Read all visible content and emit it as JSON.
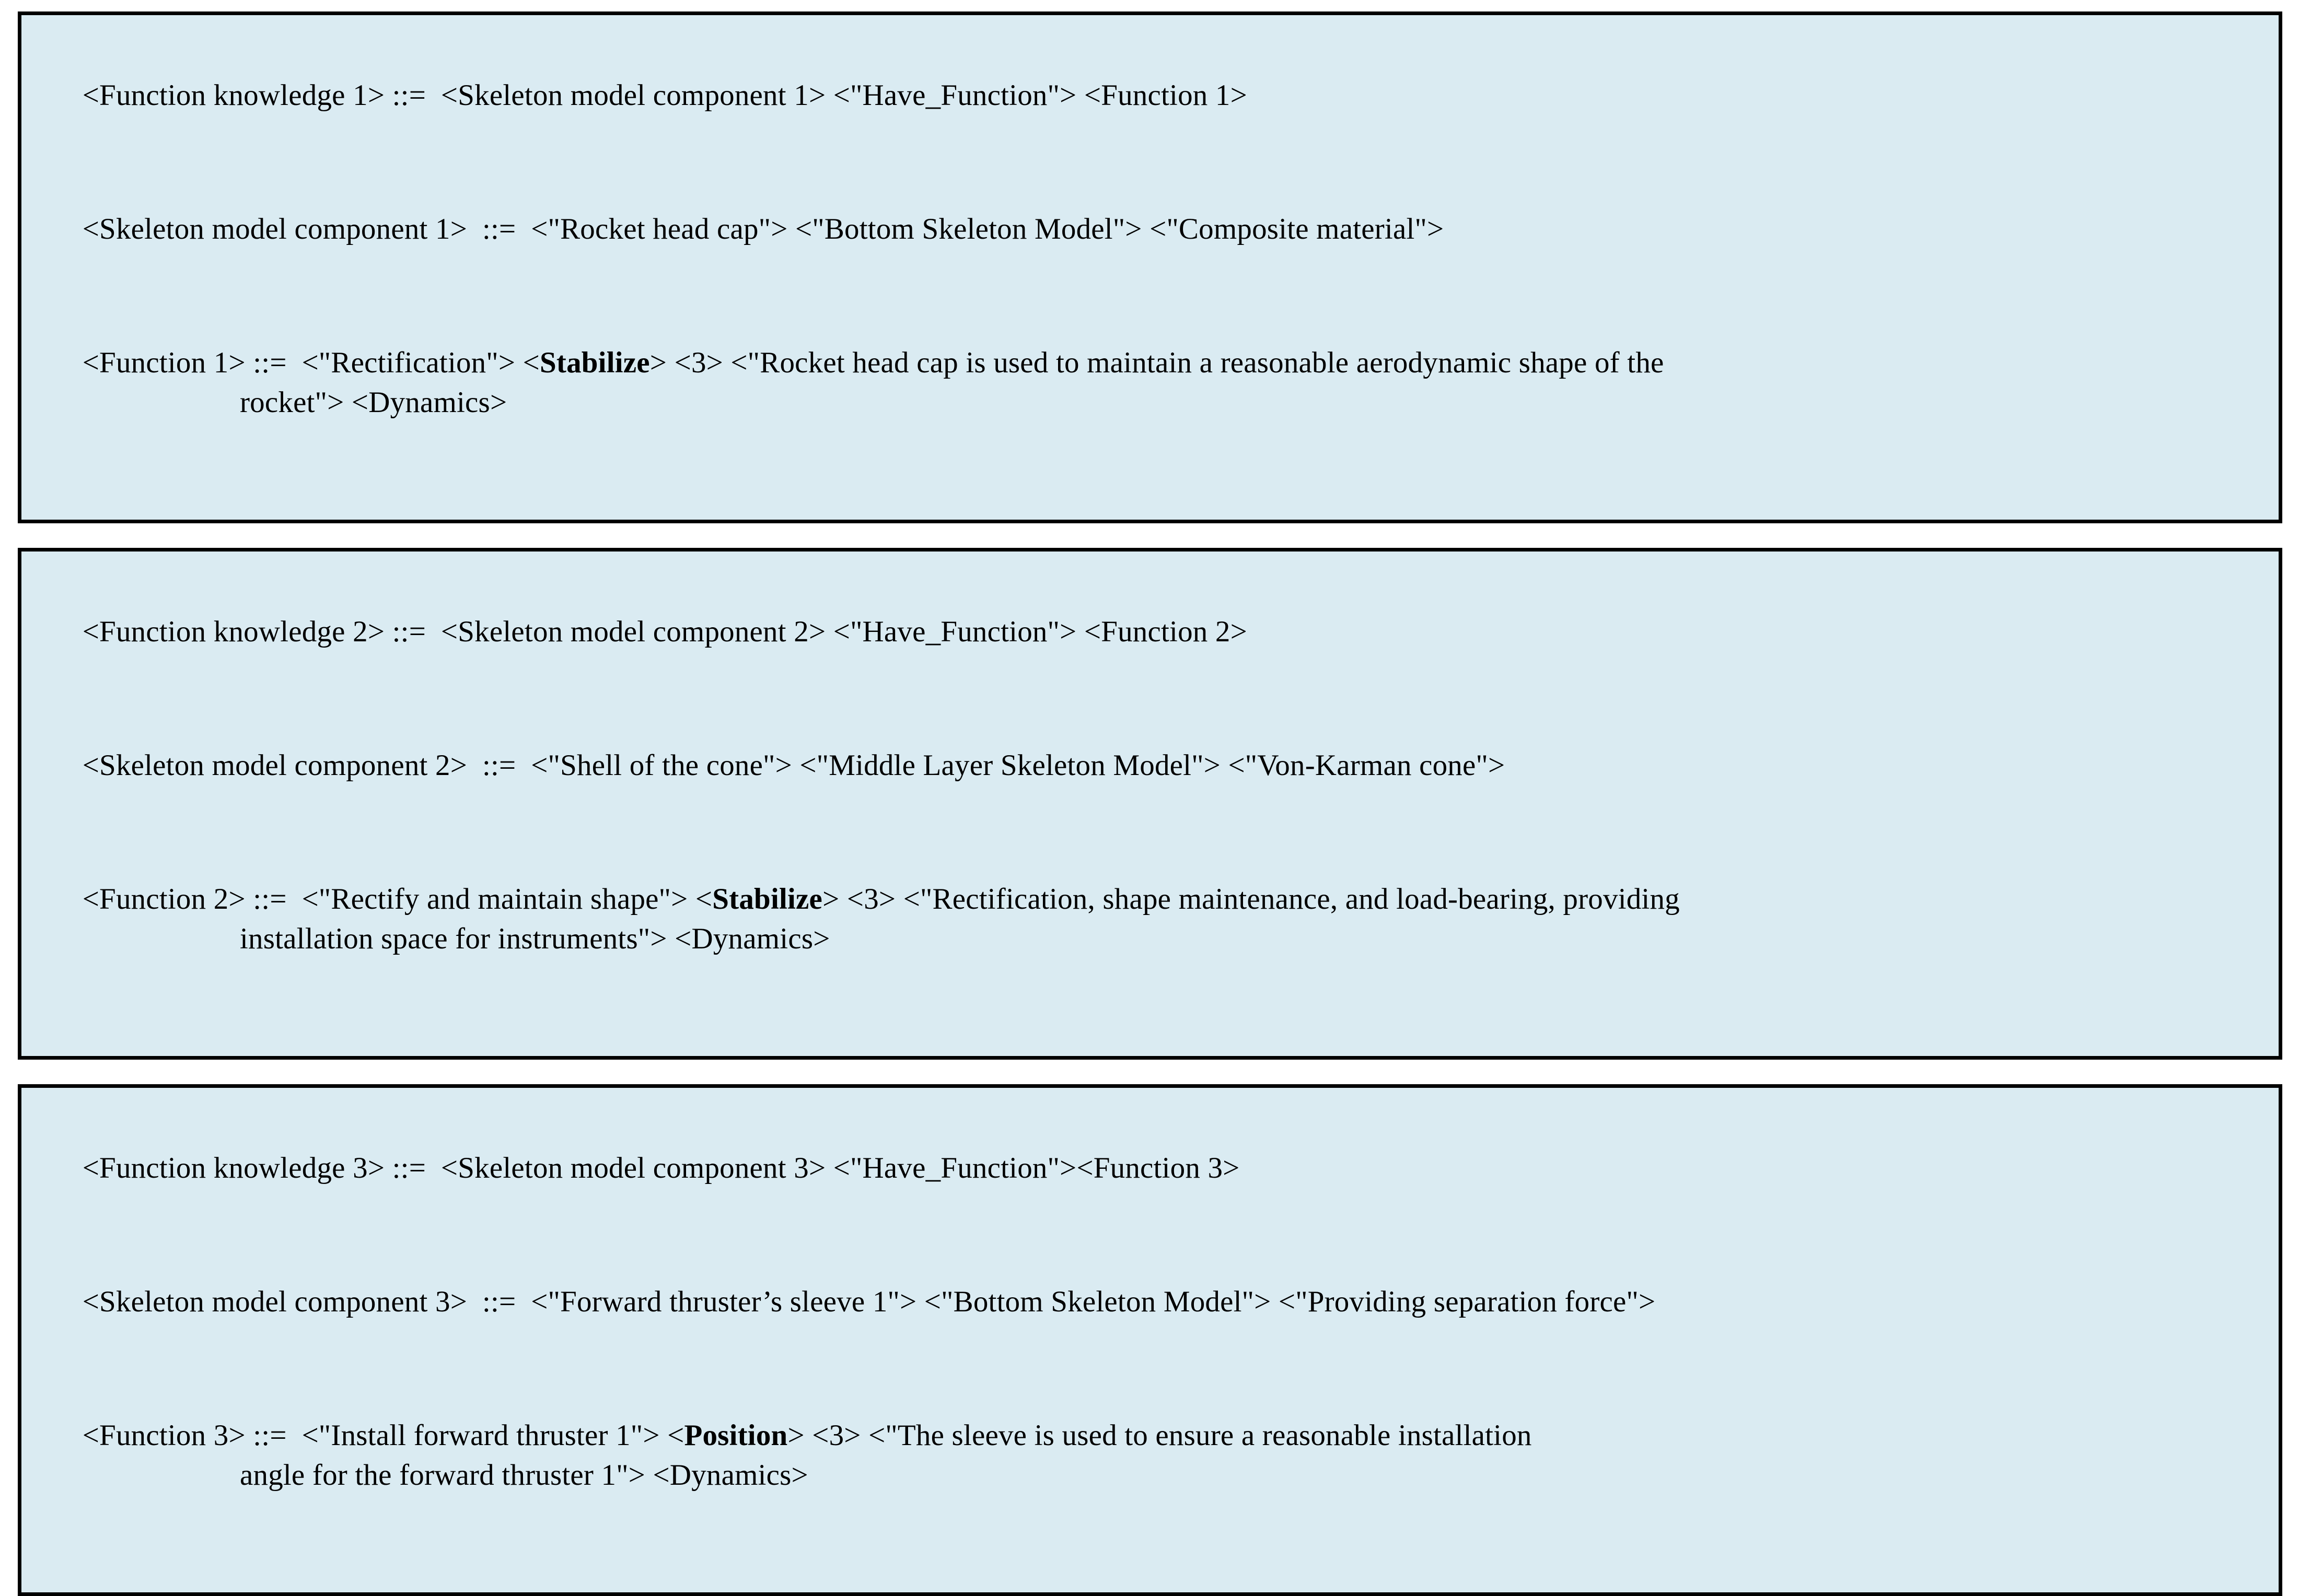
{
  "document": {
    "kind": "bnf-grammar-figure",
    "background_color": "#ffffff",
    "box_fill_color": "#daebf2",
    "box_border_color": "#000000",
    "text_color": "#000000"
  },
  "boxes": [
    {
      "id": "function-knowledge-1",
      "lines": [
        {
          "id": "fk1-line-1",
          "segments": [
            {
              "text": "<Function knowledge 1> ::=  <Skeleton model component 1> <\"Have_Function\"> <Function 1>",
              "bold": false
            }
          ]
        },
        {
          "id": "fk1-line-2",
          "segments": [
            {
              "text": "<Skeleton model component 1>  ::=  <\"Rocket head cap\"> <\"Bottom Skeleton Model\"> <\"Composite material\">",
              "bold": false
            }
          ]
        },
        {
          "id": "fk1-line-3",
          "segments": [
            {
              "text": "<Function 1> ::=  <\"Rectification\"> <",
              "bold": false
            },
            {
              "text": "Stabilize",
              "bold": true
            },
            {
              "text": "> <3> <\"Rocket head cap is used to maintain a reasonable aerodynamic shape of the",
              "bold": false
            }
          ],
          "wrapped": {
            "indent": true,
            "text": "rocket\"> <Dynamics>"
          }
        }
      ]
    },
    {
      "id": "function-knowledge-2",
      "lines": [
        {
          "id": "fk2-line-1",
          "segments": [
            {
              "text": "<Function knowledge 2> ::=  <Skeleton model component 2> <\"Have_Function\"> <Function 2>",
              "bold": false
            }
          ]
        },
        {
          "id": "fk2-line-2",
          "segments": [
            {
              "text": "<Skeleton model component 2>  ::=  <\"Shell of the cone\"> <\"Middle Layer Skeleton Model\"> <\"Von-Karman cone\">",
              "bold": false
            }
          ]
        },
        {
          "id": "fk2-line-3",
          "segments": [
            {
              "text": "<Function 2> ::=  <\"Rectify and maintain shape\"> <",
              "bold": false
            },
            {
              "text": "Stabilize",
              "bold": true
            },
            {
              "text": "> <3> <\"Rectification, shape maintenance, and load-bearing, providing",
              "bold": false
            }
          ],
          "wrapped": {
            "indent": true,
            "text": "installation space for instruments\"> <Dynamics>"
          }
        }
      ]
    },
    {
      "id": "function-knowledge-3",
      "lines": [
        {
          "id": "fk3-line-1",
          "segments": [
            {
              "text": "<Function knowledge 3> ::=  <Skeleton model component 3> <\"Have_Function\"><Function 3>",
              "bold": false
            }
          ]
        },
        {
          "id": "fk3-line-2",
          "segments": [
            {
              "text": "<Skeleton model component 3>  ::=  <\"Forward thruster’s sleeve 1\"> <\"Bottom Skeleton Model\"> <\"Providing separation force\">",
              "bold": false
            }
          ]
        },
        {
          "id": "fk3-line-3",
          "segments": [
            {
              "text": "<Function 3> ::=  <\"Install forward thruster 1\"> <",
              "bold": false
            },
            {
              "text": "Position",
              "bold": true
            },
            {
              "text": "> <3> <\"The sleeve is used to ensure a reasonable installation",
              "bold": false
            }
          ],
          "wrapped": {
            "indent": true,
            "text": "angle for the forward thruster 1\"> <Dynamics>"
          }
        }
      ]
    }
  ]
}
